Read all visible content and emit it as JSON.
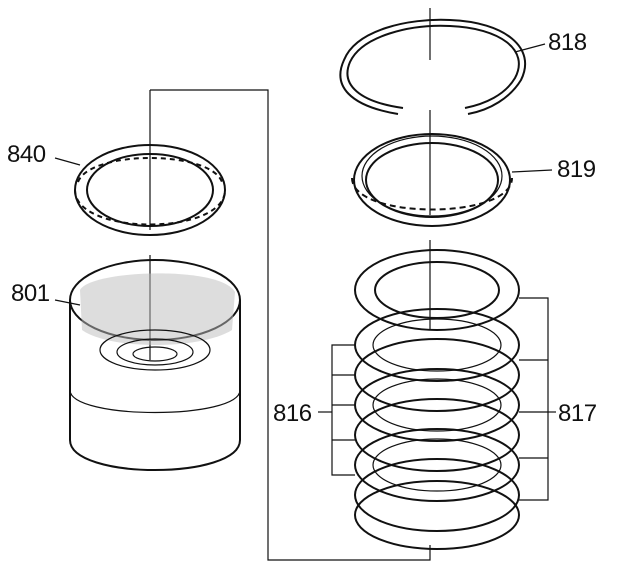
{
  "figure": {
    "callouts": [
      {
        "id": "818",
        "text": "818"
      },
      {
        "id": "819",
        "text": "819"
      },
      {
        "id": "840",
        "text": "840"
      },
      {
        "id": "801",
        "text": "801"
      },
      {
        "id": "816",
        "text": "816"
      },
      {
        "id": "817",
        "text": "817"
      }
    ],
    "colors": {
      "ink": "#111111",
      "shade": "#bbbbbb",
      "background": "#ffffff"
    }
  }
}
